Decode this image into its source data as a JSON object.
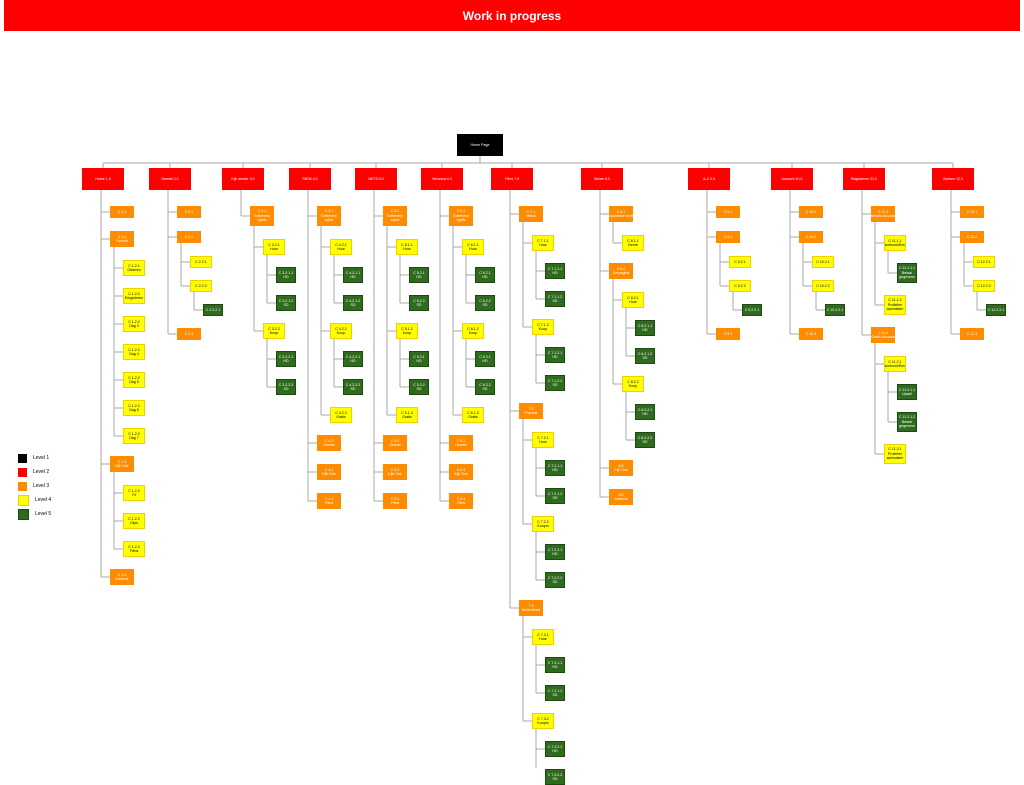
{
  "banner": {
    "title": "Work in progress"
  },
  "colors": {
    "level1": "#000000",
    "level2": "#ff0000",
    "level3": "#ff8c00",
    "level4": "#ffff00",
    "level5": "#2e6b1e",
    "connector": "#aaaaaa"
  },
  "legend": [
    {
      "label": "Level 1",
      "level": "l1"
    },
    {
      "label": "Level 2",
      "level": "l2"
    },
    {
      "label": "Level 3",
      "level": "l3"
    },
    {
      "label": "Level 4",
      "level": "l4"
    },
    {
      "label": "Level 5",
      "level": "l5"
    }
  ],
  "root": {
    "label": "Home Page"
  },
  "sections": [
    {
      "label": "Home 1.0",
      "children": [
        {
          "label": [
            "C 1.1"
          ]
        },
        {
          "label": [
            "C 1.2",
            "Gemist"
          ],
          "children": [
            {
              "label": [
                "C 1.2.1",
                "Gisteren"
              ]
            },
            {
              "label": [
                "C 1.2.0",
                "Eergisteren"
              ]
            },
            {
              "label": [
                "C 1.2.2",
                "Dag 3"
              ]
            },
            {
              "label": [
                "C 1.2.2",
                "Dag 4"
              ]
            },
            {
              "label": [
                "C 1.2.2",
                "Dag 5"
              ]
            },
            {
              "label": [
                "C 1.2.2",
                "Dag 6"
              ]
            },
            {
              "label": [
                "C 1.2.2",
                "Dag 7"
              ]
            }
          ]
        },
        {
          "label": [
            "C 1.3",
            "Kijk Ook"
          ],
          "children": [
            {
              "label": [
                "C 1.2.2",
                "TV"
              ]
            },
            {
              "label": [
                "C 1.2.2",
                "Clips"
              ]
            },
            {
              "label": [
                "C 1.2.2",
                "Films"
              ]
            }
          ]
        },
        {
          "label": [
            "C 1.4",
            "Adverrie"
          ]
        }
      ]
    },
    {
      "label": "Gemist 2.0",
      "children": [
        {
          "label": [
            "C 2.1"
          ]
        },
        {
          "label": [
            "C 2.2"
          ],
          "children": [
            {
              "label": [
                "C 2.2.1"
              ]
            },
            {
              "label": [
                "C 2.2.2"
              ],
              "children": [
                {
                  "label": [
                    "C 2.2.2.1"
                  ]
                }
              ]
            }
          ]
        },
        {
          "label": [
            "C 2.3"
          ]
        }
      ]
    },
    {
      "label": "Kijk eerder 3.0",
      "children": [
        {
          "label": [
            "C 3.1",
            "Toelenenp",
            "eghts"
          ],
          "children": [
            {
              "label": [
                "C 3.2.1",
                "Huur"
              ],
              "children": [
                {
                  "label": [
                    "C 3.2.1.1",
                    "HD"
                  ]
                },
                {
                  "label": [
                    "C 3.2.1.2",
                    "SD"
                  ]
                }
              ]
            },
            {
              "label": [
                "C 3.2.2",
                "Koop"
              ],
              "children": [
                {
                  "label": [
                    "C 3.2.2.1",
                    "HD"
                  ]
                },
                {
                  "label": [
                    "C 3.2.2.2",
                    "SD"
                  ]
                }
              ]
            }
          ]
        }
      ]
    },
    {
      "label": "SBS6 4.0",
      "children": [
        {
          "label": [
            "C 4.1",
            "Toelenenp",
            "eghts"
          ],
          "children": [
            {
              "label": [
                "C 4.2.1",
                "Huur"
              ],
              "children": [
                {
                  "label": [
                    "C 4.2.1.1",
                    "HD"
                  ]
                },
                {
                  "label": [
                    "C 4.2.1.2",
                    "SD"
                  ]
                }
              ]
            },
            {
              "label": [
                "C 4.2.2",
                "Koop"
              ],
              "children": [
                {
                  "label": [
                    "C 4.2.2.1",
                    "HD"
                  ]
                },
                {
                  "label": [
                    "C 4.2.2.2",
                    "SD"
                  ]
                }
              ]
            },
            {
              "label": [
                "C 4.2.3",
                "Gratis"
              ]
            }
          ]
        },
        {
          "label": [
            "C 4.3",
            "Gemist"
          ]
        },
        {
          "label": [
            "C 4.4",
            "Kijk Ook"
          ]
        },
        {
          "label": [
            "C 4.4",
            "Films"
          ]
        }
      ]
    },
    {
      "label": "NET5 5.0",
      "children": [
        {
          "label": [
            "C 5.1",
            "Toelenenp",
            "eghts"
          ],
          "children": [
            {
              "label": [
                "C 5.1.1",
                "Huur"
              ],
              "children": [
                {
                  "label": [
                    "C 5.2.1",
                    "HD"
                  ]
                },
                {
                  "label": [
                    "C 5.2.2",
                    "SD"
                  ]
                }
              ]
            },
            {
              "label": [
                "C 5.1.2",
                "Koop"
              ],
              "children": [
                {
                  "label": [
                    "C 5.3.1",
                    "HD"
                  ]
                },
                {
                  "label": [
                    "C 5.3.2",
                    "SD"
                  ]
                }
              ]
            },
            {
              "label": [
                "C 5.1.3",
                "Gratis"
              ]
            }
          ]
        },
        {
          "label": [
            "C 5.2",
            "Gemist"
          ]
        },
        {
          "label": [
            "C 5.3",
            "Kijk Ook"
          ]
        },
        {
          "label": [
            "C 5.4",
            "Films"
          ]
        }
      ]
    },
    {
      "label": "Veronica 6.0",
      "children": [
        {
          "label": [
            "C 6.1",
            "Toelenenp",
            "eghts"
          ],
          "children": [
            {
              "label": [
                "C 6.1.1",
                "Huur"
              ],
              "children": [
                {
                  "label": [
                    "C 6.2.1",
                    "HD"
                  ]
                },
                {
                  "label": [
                    "C 6.2.2",
                    "SD"
                  ]
                }
              ]
            },
            {
              "label": [
                "C 6.1.2",
                "Koop"
              ],
              "children": [
                {
                  "label": [
                    "C 6.3.1",
                    "HD"
                  ]
                },
                {
                  "label": [
                    "C 6.3.2",
                    "SD"
                  ]
                }
              ]
            },
            {
              "label": [
                "C 6.1.3",
                "Gratis"
              ]
            }
          ]
        },
        {
          "label": [
            "C 6.2",
            "Gemist"
          ]
        },
        {
          "label": [
            "C 6.3",
            "Kijk Ook"
          ]
        },
        {
          "label": [
            "C 6.4",
            "Films"
          ]
        }
      ]
    },
    {
      "label": "Films 7.0",
      "children": [
        {
          "label": [
            "C 7.1",
            "Nieuw"
          ],
          "children": [
            {
              "label": [
                "C 7.1.1",
                "Huur"
              ],
              "children": [
                {
                  "label": [
                    "C 7.1.1.1",
                    "HD"
                  ]
                },
                {
                  "label": [
                    "C 7.1.1.2",
                    "SD"
                  ]
                }
              ]
            },
            {
              "label": [
                "C 7.1.2",
                "Koop"
              ],
              "children": [
                {
                  "label": [
                    "C 7.1.2.1",
                    "HD"
                  ]
                },
                {
                  "label": [
                    "C 7.1.2.2",
                    "SD"
                  ]
                }
              ]
            }
          ]
        },
        {
          "label": [
            "7.2",
            "Populair"
          ],
          "children": [
            {
              "label": [
                "C 7.2.1",
                "Huur"
              ],
              "children": [
                {
                  "label": [
                    "C 7.2.1.1",
                    "HD"
                  ]
                },
                {
                  "label": [
                    "C 7.2.1.2",
                    "SD"
                  ]
                }
              ]
            },
            {
              "label": [
                "C 7.2.2",
                "Koopm"
              ],
              "children": [
                {
                  "label": [
                    "C 7.2.2.1",
                    "HD"
                  ]
                },
                {
                  "label": [
                    "C 7.2.2.2",
                    "SD"
                  ]
                }
              ]
            }
          ]
        },
        {
          "label": [
            "7.3",
            "Nederlands"
          ],
          "children": [
            {
              "label": [
                "C 7.3.1",
                "Huur"
              ],
              "children": [
                {
                  "label": [
                    "C 7.3.1.1",
                    "HD"
                  ]
                },
                {
                  "label": [
                    "C 7.3.1.2",
                    "SD"
                  ]
                }
              ]
            },
            {
              "label": [
                "C 7.3.2",
                "Koopm"
              ],
              "children": [
                {
                  "label": [
                    "C 7.3.2.1",
                    "HD"
                  ]
                },
                {
                  "label": [
                    "C 7.3.2.2",
                    "SD"
                  ]
                }
              ]
            }
          ]
        }
      ]
    },
    {
      "label": "Series 8.0",
      "children": [
        {
          "label": [
            "C 8.1",
            "Populairste series"
          ],
          "children": [
            {
              "label": [
                "C 8.1.1",
                "Genre"
              ]
            }
          ]
        },
        {
          "label": [
            "C 8.2",
            "Oerpagina"
          ],
          "children": [
            {
              "label": [
                "C 8.2.1",
                "Huur"
              ],
              "children": [
                {
                  "label": [
                    "C 8.2.1.1",
                    "HD"
                  ]
                },
                {
                  "label": [
                    "C 8.2.1.2",
                    "SD"
                  ]
                }
              ]
            },
            {
              "label": [
                "C 8.2.2",
                "Koop"
              ],
              "children": [
                {
                  "label": [
                    "C 8.2.2.1",
                    "HD"
                  ]
                },
                {
                  "label": [
                    "C 8.2.2.2",
                    "SD"
                  ]
                }
              ]
            }
          ]
        },
        {
          "label": [
            "8.3",
            "Kijk Ook"
          ]
        },
        {
          "label": [
            "8.5",
            "Adverrie"
          ]
        }
      ]
    },
    {
      "label": "A-Z 9.0",
      "children": [
        {
          "label": [
            "C 9.1"
          ]
        },
        {
          "label": [
            "C 9.2"
          ],
          "children": [
            {
              "label": [
                "C 9.2.1"
              ]
            },
            {
              "label": [
                "C 9.2.2"
              ],
              "children": [
                {
                  "label": [
                    "C 9.2.2.1"
                  ]
                }
              ]
            }
          ]
        },
        {
          "label": [
            "C 9.3"
          ]
        }
      ]
    },
    {
      "label": "Account 10.0",
      "children": [
        {
          "label": [
            "C 10.1"
          ]
        },
        {
          "label": [
            "C 10.2"
          ],
          "children": [
            {
              "label": [
                "C 10.2.1"
              ]
            },
            {
              "label": [
                "C 10.2.2"
              ],
              "children": [
                {
                  "label": [
                    "C 10.2.2.1"
                  ]
                }
              ]
            }
          ]
        },
        {
          "label": [
            "C 10.3"
          ]
        }
      ]
    },
    {
      "label": "Registreren 11.0",
      "children": [
        {
          "label": [
            "C 11.1",
            "Betaald Account"
          ],
          "children": [
            {
              "label": [
                "C 11.1.1",
                "Facebook/Email"
              ],
              "children": [
                {
                  "label": [
                    "C 11.1.1.1",
                    "Betaal",
                    "gegevens"
                  ]
                }
              ]
            },
            {
              "label": [
                "C 11.1.2",
                "Profielen",
                "aanmaken"
              ]
            }
          ]
        },
        {
          "label": [
            "C 11.2",
            "Gratis Account"
          ],
          "children": [
            {
              "label": [
                "C 11.2.1",
                "Facebook/Email"
              ],
              "children": [
                {
                  "label": [
                    "C 11.2.1.1",
                    "Upsell"
                  ]
                },
                {
                  "label": [
                    "C 11.2.1.2",
                    "Betaal",
                    "gegevens"
                  ]
                }
              ]
            },
            {
              "label": [
                "C 11.3.1",
                "Profielen",
                "aanmaken"
              ]
            }
          ]
        }
      ]
    },
    {
      "label": "Zoeken 12.0",
      "children": [
        {
          "label": [
            "C 12.1"
          ]
        },
        {
          "label": [
            "C 12.2"
          ],
          "children": [
            {
              "label": [
                "C 12.2.1"
              ]
            },
            {
              "label": [
                "C 12.2.2"
              ],
              "children": [
                {
                  "label": [
                    "C 12.2.2.1"
                  ]
                }
              ]
            }
          ]
        },
        {
          "label": [
            "C 12.3"
          ]
        }
      ]
    }
  ]
}
